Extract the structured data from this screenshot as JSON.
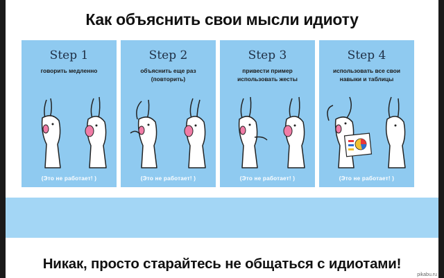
{
  "title": "Как объяснить свои мысли идиоту",
  "panels": [
    {
      "step": "Step 1",
      "caption": "говорить медленно",
      "footer": "(Это не работает! )"
    },
    {
      "step": "Step 2",
      "caption": "объяснить еще раз (повторить)",
      "footer": "(Это не работает! )"
    },
    {
      "step": "Step 3",
      "caption": "привести пример использовать жесты",
      "footer": "(Это не работает! )"
    },
    {
      "step": "Step 4",
      "caption": "использовать все свои навыки и таблицы",
      "footer": "(Это не работает! )"
    }
  ],
  "conclusion": "Никак, просто старайтесь не общаться с идиотами!",
  "watermark": "pikabu.ru",
  "colors": {
    "panel_bg": "#8fcaf0",
    "stripe_bg": "#a3d6f5",
    "mouth": "#f07ca6",
    "chart": [
      "#e8383a",
      "#f2c230",
      "#2d6fd0"
    ]
  }
}
